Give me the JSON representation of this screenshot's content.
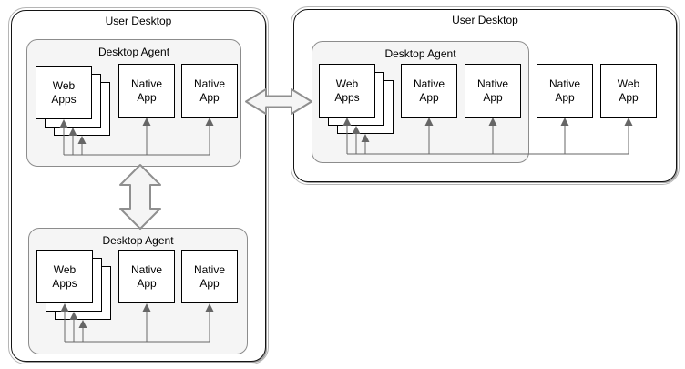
{
  "diagram": {
    "left_desktop": {
      "title": "User Desktop",
      "top_agent": {
        "title": "Desktop Agent",
        "web_apps_stack": {
          "label": "Web\nApps"
        },
        "native_apps": [
          {
            "label": "Native\nApp"
          },
          {
            "label": "Native\nApp"
          }
        ]
      },
      "bottom_agent": {
        "title": "Desktop Agent",
        "web_apps_stack": {
          "label": "Web\nApps"
        },
        "native_apps": [
          {
            "label": "Native\nApp"
          },
          {
            "label": "Native\nApp"
          }
        ]
      }
    },
    "right_desktop": {
      "title": "User Desktop",
      "agent": {
        "title": "Desktop Agent",
        "web_apps_stack": {
          "label": "Web\nApps"
        },
        "native_apps": [
          {
            "label": "Native\nApp"
          },
          {
            "label": "Native\nApp"
          }
        ]
      },
      "standalone_apps": [
        {
          "label": "Native\nApp"
        },
        {
          "label": "Web\nApp"
        }
      ]
    },
    "connectors": {
      "desktop_to_desktop": "double-headed-horizontal-arrow",
      "agent_to_agent": "double-headed-vertical-arrow"
    },
    "colors": {
      "agent_fill": "#f5f5f5",
      "agent_border": "#8c8c8c",
      "box_border": "#000000",
      "desktop_border": "#141414",
      "thin_arrow": "#666666",
      "dual_arrow_fill": "#f5f5f5",
      "dual_arrow_stroke": "#8f8f8f"
    }
  }
}
